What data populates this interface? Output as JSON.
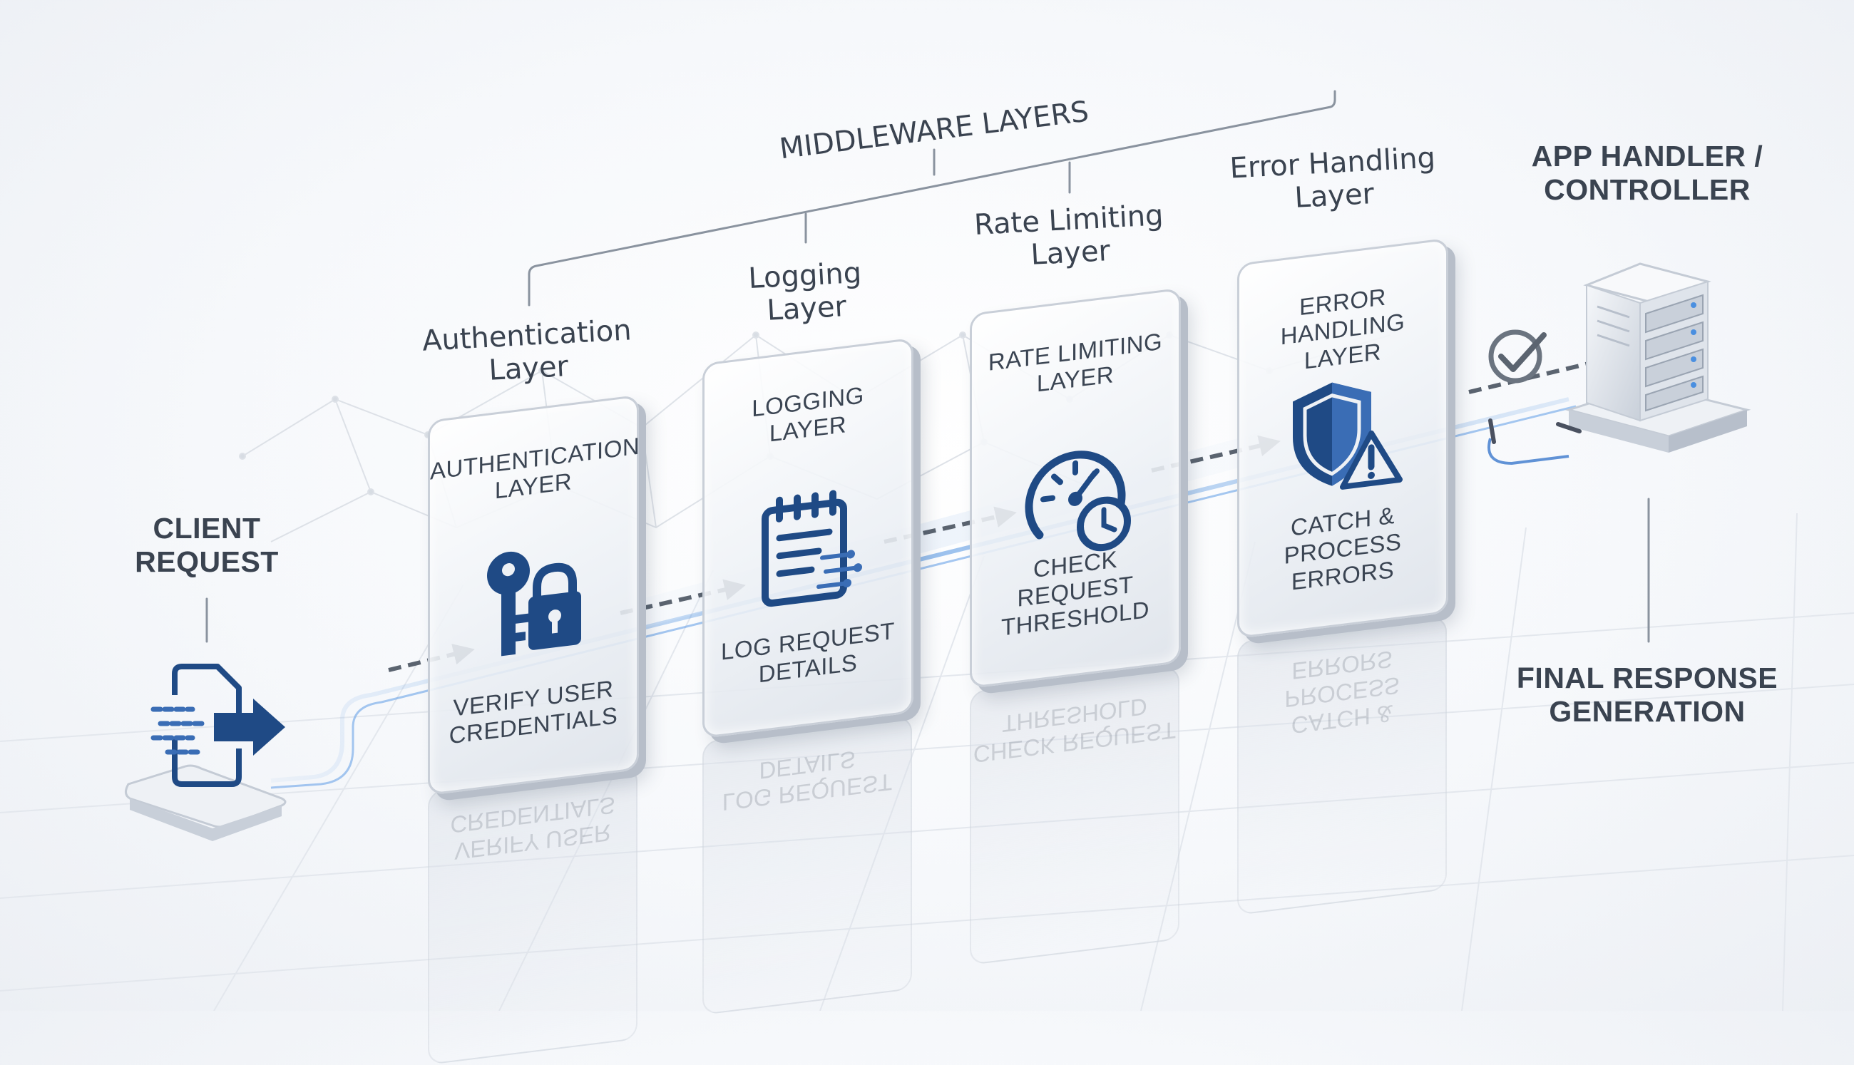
{
  "diagram": {
    "group_label": "MIDDLEWARE LAYERS",
    "client": {
      "label": "CLIENT\nREQUEST",
      "icon": "request-document-icon"
    },
    "layers": [
      {
        "outer_label": "Authentication\nLayer",
        "title": "AUTHENTICATION\nLAYER",
        "description": "VERIFY USER\nCREDENTIALS",
        "icon": "key-lock-icon"
      },
      {
        "outer_label": "Logging\nLayer",
        "title": "LOGGING\nLAYER",
        "description": "LOG REQUEST\nDETAILS",
        "icon": "notepad-log-icon"
      },
      {
        "outer_label": "Rate Limiting\nLayer",
        "title": "RATE LIMITING\nLAYER",
        "description": "CHECK REQUEST\nTHRESHOLD",
        "icon": "speedometer-clock-icon"
      },
      {
        "outer_label": "Error Handling\nLayer",
        "title": "ERROR HANDLING\nLAYER",
        "description": "CATCH &\nPROCESS\nERRORS",
        "icon": "shield-warning-icon"
      }
    ],
    "handler": {
      "label": "APP HANDLER /\nCONTROLLER",
      "icon": "server-icon",
      "check_icon": "checkmark-icon"
    },
    "response": {
      "label": "FINAL RESPONSE\nGENERATION"
    },
    "colors": {
      "accent": "#1f4a85",
      "flow": "#4a8fe0",
      "arrow": "#5b6470",
      "panel_border": "#c9cfd8"
    }
  }
}
